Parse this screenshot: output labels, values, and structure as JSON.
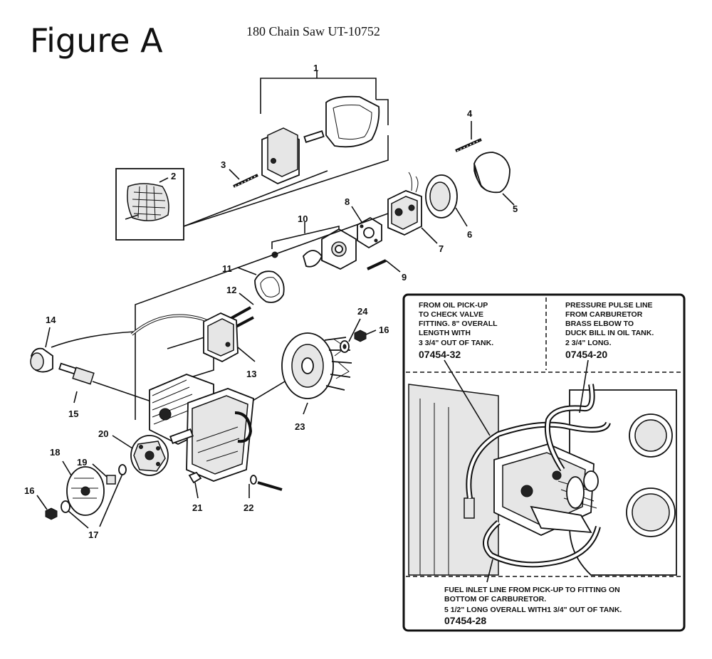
{
  "header": {
    "figure_label": "Figure A",
    "subtitle": "180 Chain Saw UT-10752"
  },
  "callouts": [
    {
      "id": "c1",
      "label": "1"
    },
    {
      "id": "c2",
      "label": "2"
    },
    {
      "id": "c3",
      "label": "3"
    },
    {
      "id": "c4",
      "label": "4"
    },
    {
      "id": "c5",
      "label": "5"
    },
    {
      "id": "c6",
      "label": "6"
    },
    {
      "id": "c7",
      "label": "7"
    },
    {
      "id": "c8",
      "label": "8"
    },
    {
      "id": "c9",
      "label": "9"
    },
    {
      "id": "c10",
      "label": "10"
    },
    {
      "id": "c11",
      "label": "11"
    },
    {
      "id": "c12",
      "label": "12"
    },
    {
      "id": "c13",
      "label": "13"
    },
    {
      "id": "c14",
      "label": "14"
    },
    {
      "id": "c15",
      "label": "15"
    },
    {
      "id": "c16a",
      "label": "16"
    },
    {
      "id": "c16b",
      "label": "16"
    },
    {
      "id": "c17",
      "label": "17"
    },
    {
      "id": "c18",
      "label": "18"
    },
    {
      "id": "c19",
      "label": "19"
    },
    {
      "id": "c20",
      "label": "20"
    },
    {
      "id": "c21",
      "label": "21"
    },
    {
      "id": "c22",
      "label": "22"
    },
    {
      "id": "c23",
      "label": "23"
    },
    {
      "id": "c24",
      "label": "24"
    }
  ],
  "inset": {
    "oil_pickup": {
      "lines": [
        "FROM OIL PICK-UP",
        "TO CHECK VALVE",
        "FITTING. 8\" OVERALL",
        "LENGTH WITH",
        "3 3/4\" OUT OF TANK."
      ],
      "part_no": "07454-32"
    },
    "pressure_pulse": {
      "lines": [
        "PRESSURE PULSE LINE",
        "FROM CARBURETOR",
        "BRASS ELBOW TO",
        "DUCK BILL IN OIL TANK.",
        "2 3/4\" LONG."
      ],
      "part_no": "07454-20"
    },
    "fuel_inlet": {
      "lines": [
        "FUEL INLET LINE FROM PICK-UP TO FITTING ON",
        "BOTTOM OF CARBURETOR.",
        "5 1/2\" LONG OVERALL WITH1 3/4\" OUT OF TANK."
      ],
      "part_no": "07454-28"
    }
  }
}
